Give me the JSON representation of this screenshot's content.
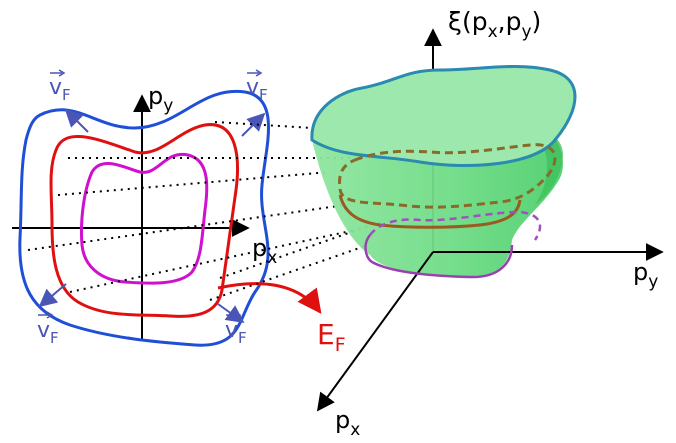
{
  "labels": {
    "py_left": "p",
    "py_left_sub": "y",
    "px_left": "p",
    "px_left_sub": "x",
    "vf_top_left": "v",
    "vf_top_left_sub": "F",
    "vf_top_right": "v",
    "vf_top_right_sub": "F",
    "vf_bottom_left": "v",
    "vf_bottom_left_sub": "F",
    "vf_bottom_right": "v",
    "vf_bottom_right_sub": "F",
    "ef": "E",
    "ef_sub": "F",
    "xi_axis": "ξ(p",
    "xi_axis_sub1": "x",
    "xi_axis_mid": ",p",
    "xi_axis_sub2": "y",
    "xi_axis_end": ")",
    "py_right": "p",
    "py_right_sub": "y",
    "px_right": "p",
    "px_right_sub": "x"
  },
  "colors": {
    "outer_contour": "#1f4fd6",
    "fermi_contour": "#e01010",
    "inner_contour": "#d010d0",
    "velocity": "#4a55b5",
    "ef_label": "#e01010",
    "surface_fill": "#5fd47a",
    "surface_edge": "#2a8ab0",
    "axis": "#000000"
  }
}
